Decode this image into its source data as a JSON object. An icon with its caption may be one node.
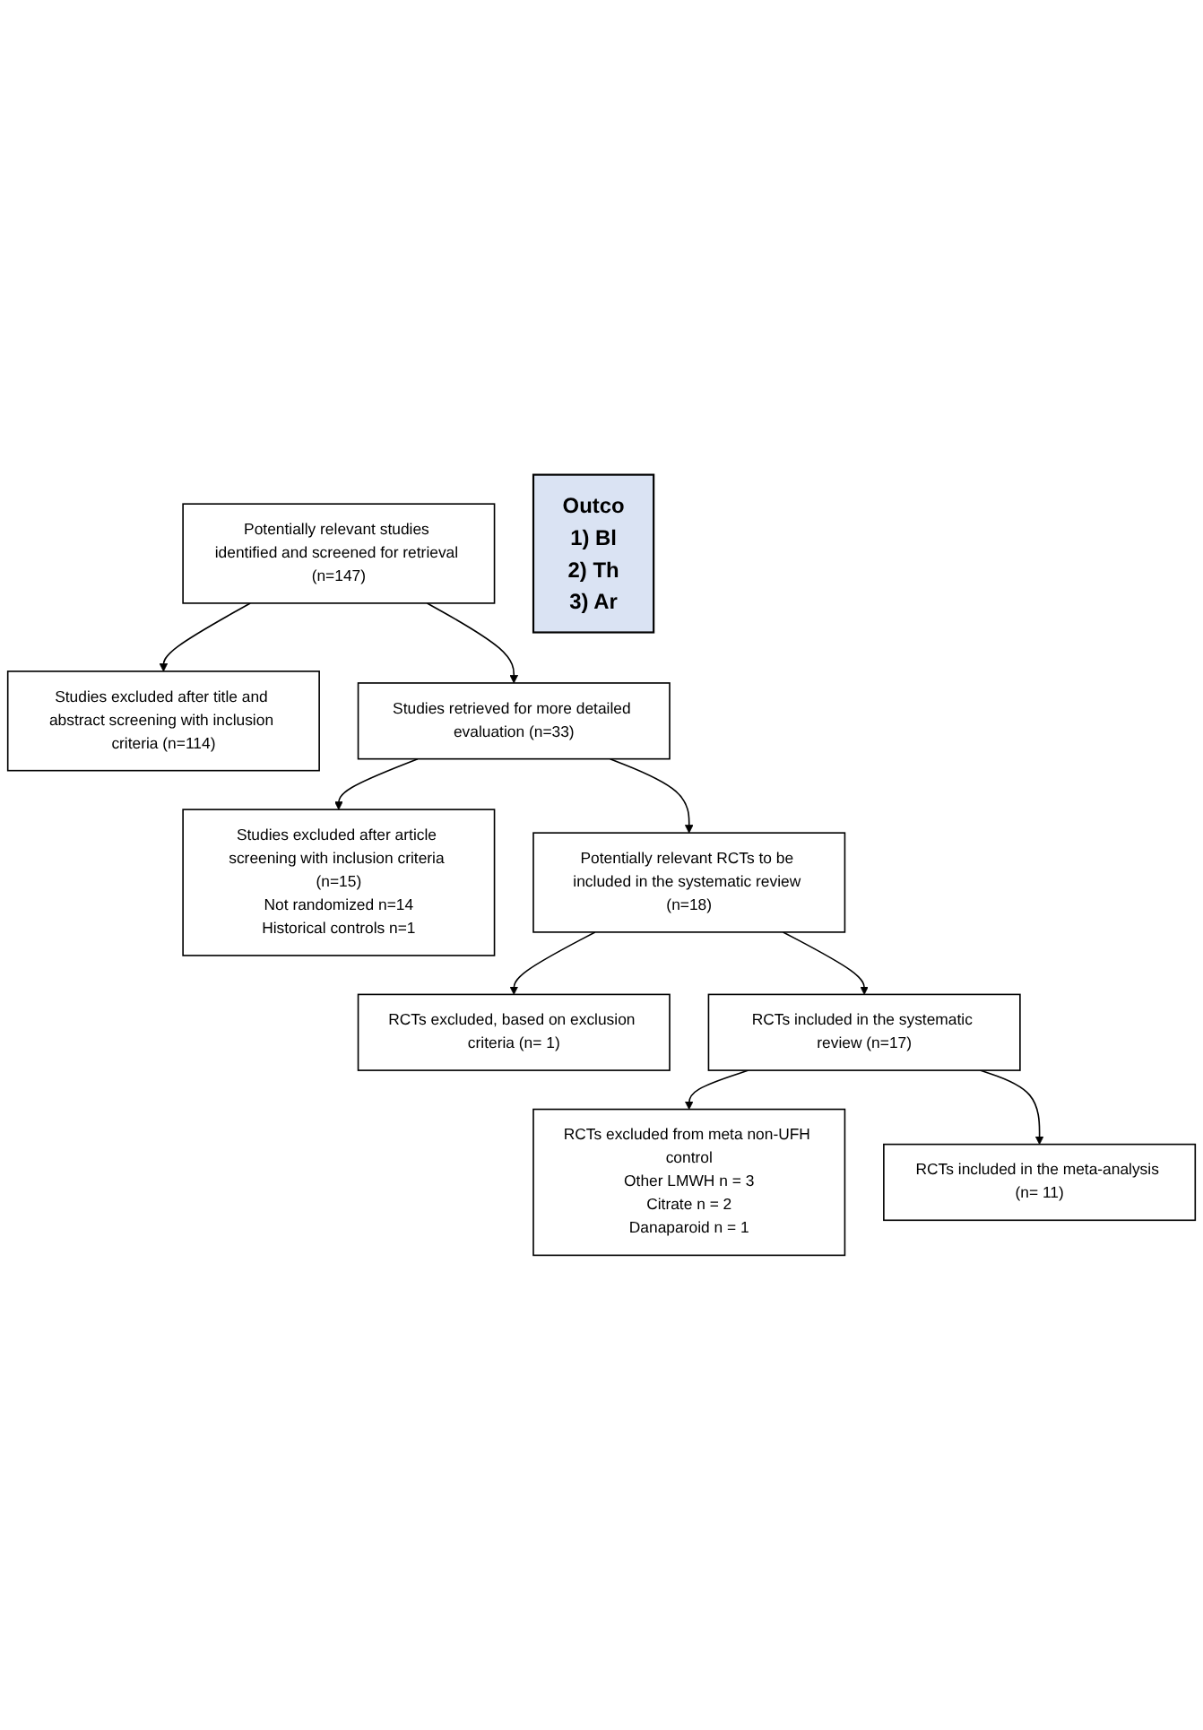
{
  "diagram": {
    "nodes": [
      {
        "text": [
          "Potentially relevant studies identified and screened for retrieval (n=147)"
        ]
      },
      {
        "text": [
          "Studies excluded after title and abstract screening with inclusion criteria (n=114)"
        ]
      },
      {
        "text": [
          "Studies retrieved for more detailed evaluation (n=33)"
        ]
      },
      {
        "text": [
          "Studies excluded after article screening with inclusion criteria (n=15)",
          "Not randomized n=14",
          "Historical controls n=1"
        ]
      },
      {
        "text": [
          "Potentially relevant RCTs to be included in the systematic review (n=18)"
        ]
      },
      {
        "text": [
          "RCTs excluded, based on exclusion criteria (n= 1)"
        ]
      },
      {
        "text": [
          "RCTs included in the systematic review (n=17)"
        ]
      },
      {
        "text": [
          "RCTs excluded from meta non-UFH control",
          "Other LMWH n = 3",
          "Citrate n = 2",
          "Danaparoid n = 1"
        ]
      },
      {
        "text": [
          "RCTs included in the meta-analysis (n= 11)"
        ]
      },
      {
        "text": [
          "Outco",
          "1) Bl",
          "2) Th",
          "3) Ar"
        ]
      }
    ],
    "edges": [
      {
        "from": 0,
        "to": 1,
        "arrow": "to"
      },
      {
        "from": 0,
        "to": 2,
        "arrow": "to"
      },
      {
        "from": 2,
        "to": 3,
        "arrow": "to"
      },
      {
        "from": 2,
        "to": 4,
        "arrow": "to"
      },
      {
        "from": 4,
        "to": 5,
        "arrow": "to"
      },
      {
        "from": 4,
        "to": 6,
        "arrow": "to"
      },
      {
        "from": 6,
        "to": 7,
        "arrow": "to"
      },
      {
        "from": 6,
        "to": 8,
        "arrow": "to"
      }
    ]
  }
}
